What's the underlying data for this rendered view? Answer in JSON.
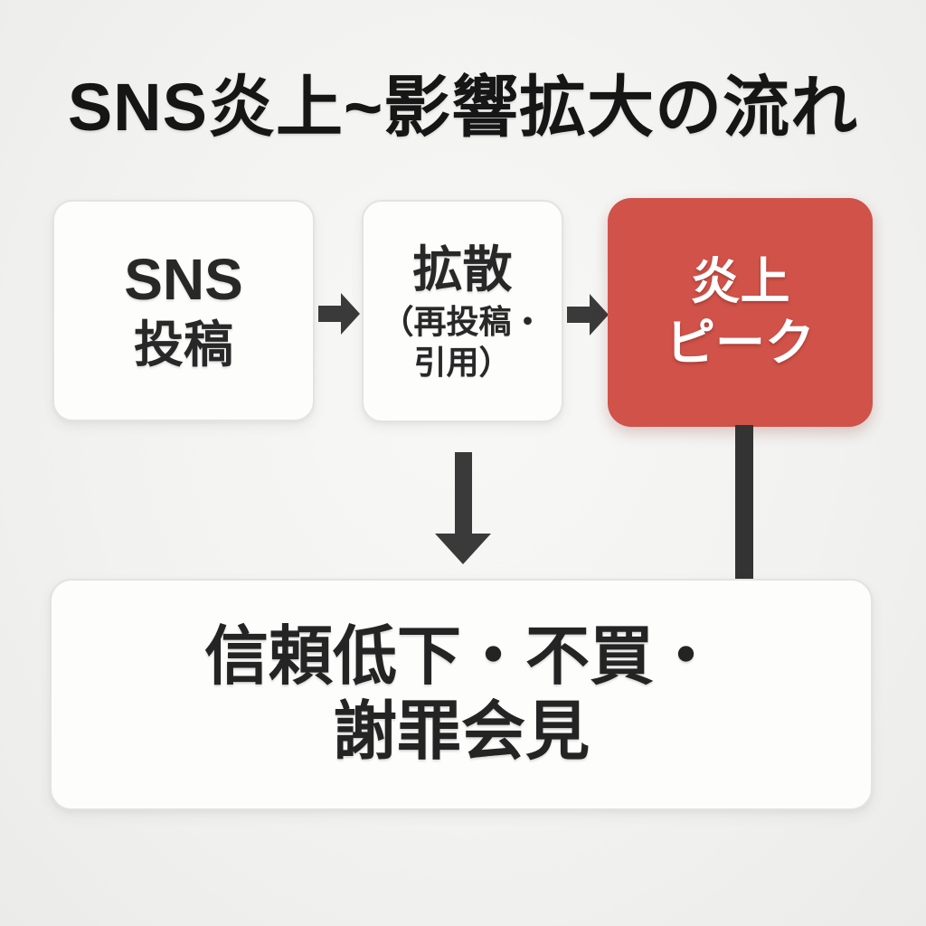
{
  "title": "SNS炎上~影響拡大の流れ",
  "nodes": {
    "sns_post": {
      "line1": "SNS",
      "line2": "投稿"
    },
    "spread": {
      "line1": "拡散",
      "line2": "（再投稿・",
      "line3": "引用）"
    },
    "flame_peak": {
      "line1": "炎上",
      "line2": "ピーク"
    },
    "impact": {
      "line1": "信頼低下・不買・",
      "line2": "謝罪会見"
    }
  },
  "connectors": {
    "post_to_spread": "arrow-right",
    "spread_to_peak": "arrow-right",
    "spread_to_impact": "arrow-down",
    "peak_to_impact": "line-down"
  },
  "colors": {
    "background": "#f2f2f0",
    "node_background": "#fdfdfc",
    "node_border": "#e3e3e1",
    "accent_red": "#d05249",
    "arrow": "#3a3a3a",
    "text_dark": "#242424",
    "text_on_accent": "#ffffff"
  }
}
